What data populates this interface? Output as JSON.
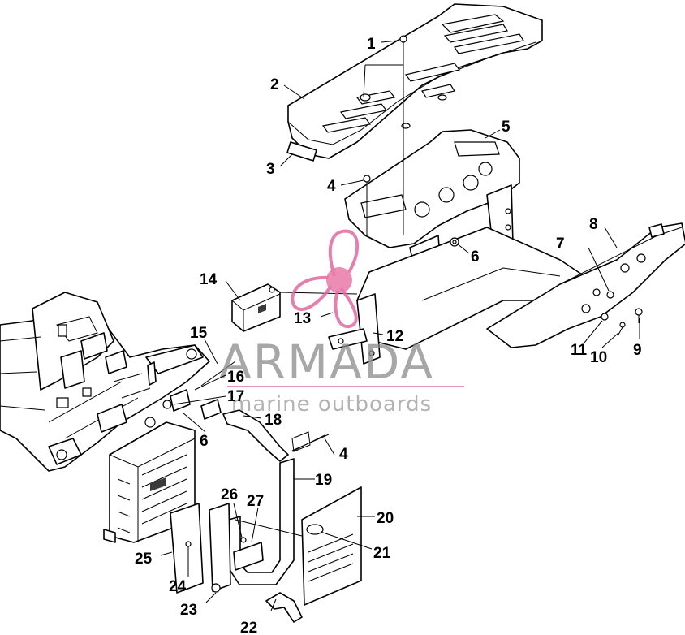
{
  "watermark": {
    "brand": "ARMADA",
    "tagline": "marine outboards",
    "accent_color": "#e879a8"
  },
  "callouts": [
    {
      "id": "c1",
      "text": "1"
    },
    {
      "id": "c2",
      "text": "2"
    },
    {
      "id": "c3",
      "text": "3"
    },
    {
      "id": "c4a",
      "text": "4"
    },
    {
      "id": "c4b",
      "text": "4"
    },
    {
      "id": "c5",
      "text": "5"
    },
    {
      "id": "c6a",
      "text": "6"
    },
    {
      "id": "c6b",
      "text": "6"
    },
    {
      "id": "c7",
      "text": "7"
    },
    {
      "id": "c8",
      "text": "8"
    },
    {
      "id": "c9",
      "text": "9"
    },
    {
      "id": "c10",
      "text": "10"
    },
    {
      "id": "c11",
      "text": "11"
    },
    {
      "id": "c12",
      "text": "12"
    },
    {
      "id": "c13",
      "text": "13"
    },
    {
      "id": "c14",
      "text": "14"
    },
    {
      "id": "c15",
      "text": "15"
    },
    {
      "id": "c16",
      "text": "16"
    },
    {
      "id": "c17",
      "text": "17"
    },
    {
      "id": "c18",
      "text": "18"
    },
    {
      "id": "c19",
      "text": "19"
    },
    {
      "id": "c20",
      "text": "20"
    },
    {
      "id": "c21",
      "text": "21"
    },
    {
      "id": "c22",
      "text": "22"
    },
    {
      "id": "c23",
      "text": "23"
    },
    {
      "id": "c24",
      "text": "24"
    },
    {
      "id": "c25",
      "text": "25"
    },
    {
      "id": "c26",
      "text": "26"
    },
    {
      "id": "c27",
      "text": "27"
    }
  ]
}
